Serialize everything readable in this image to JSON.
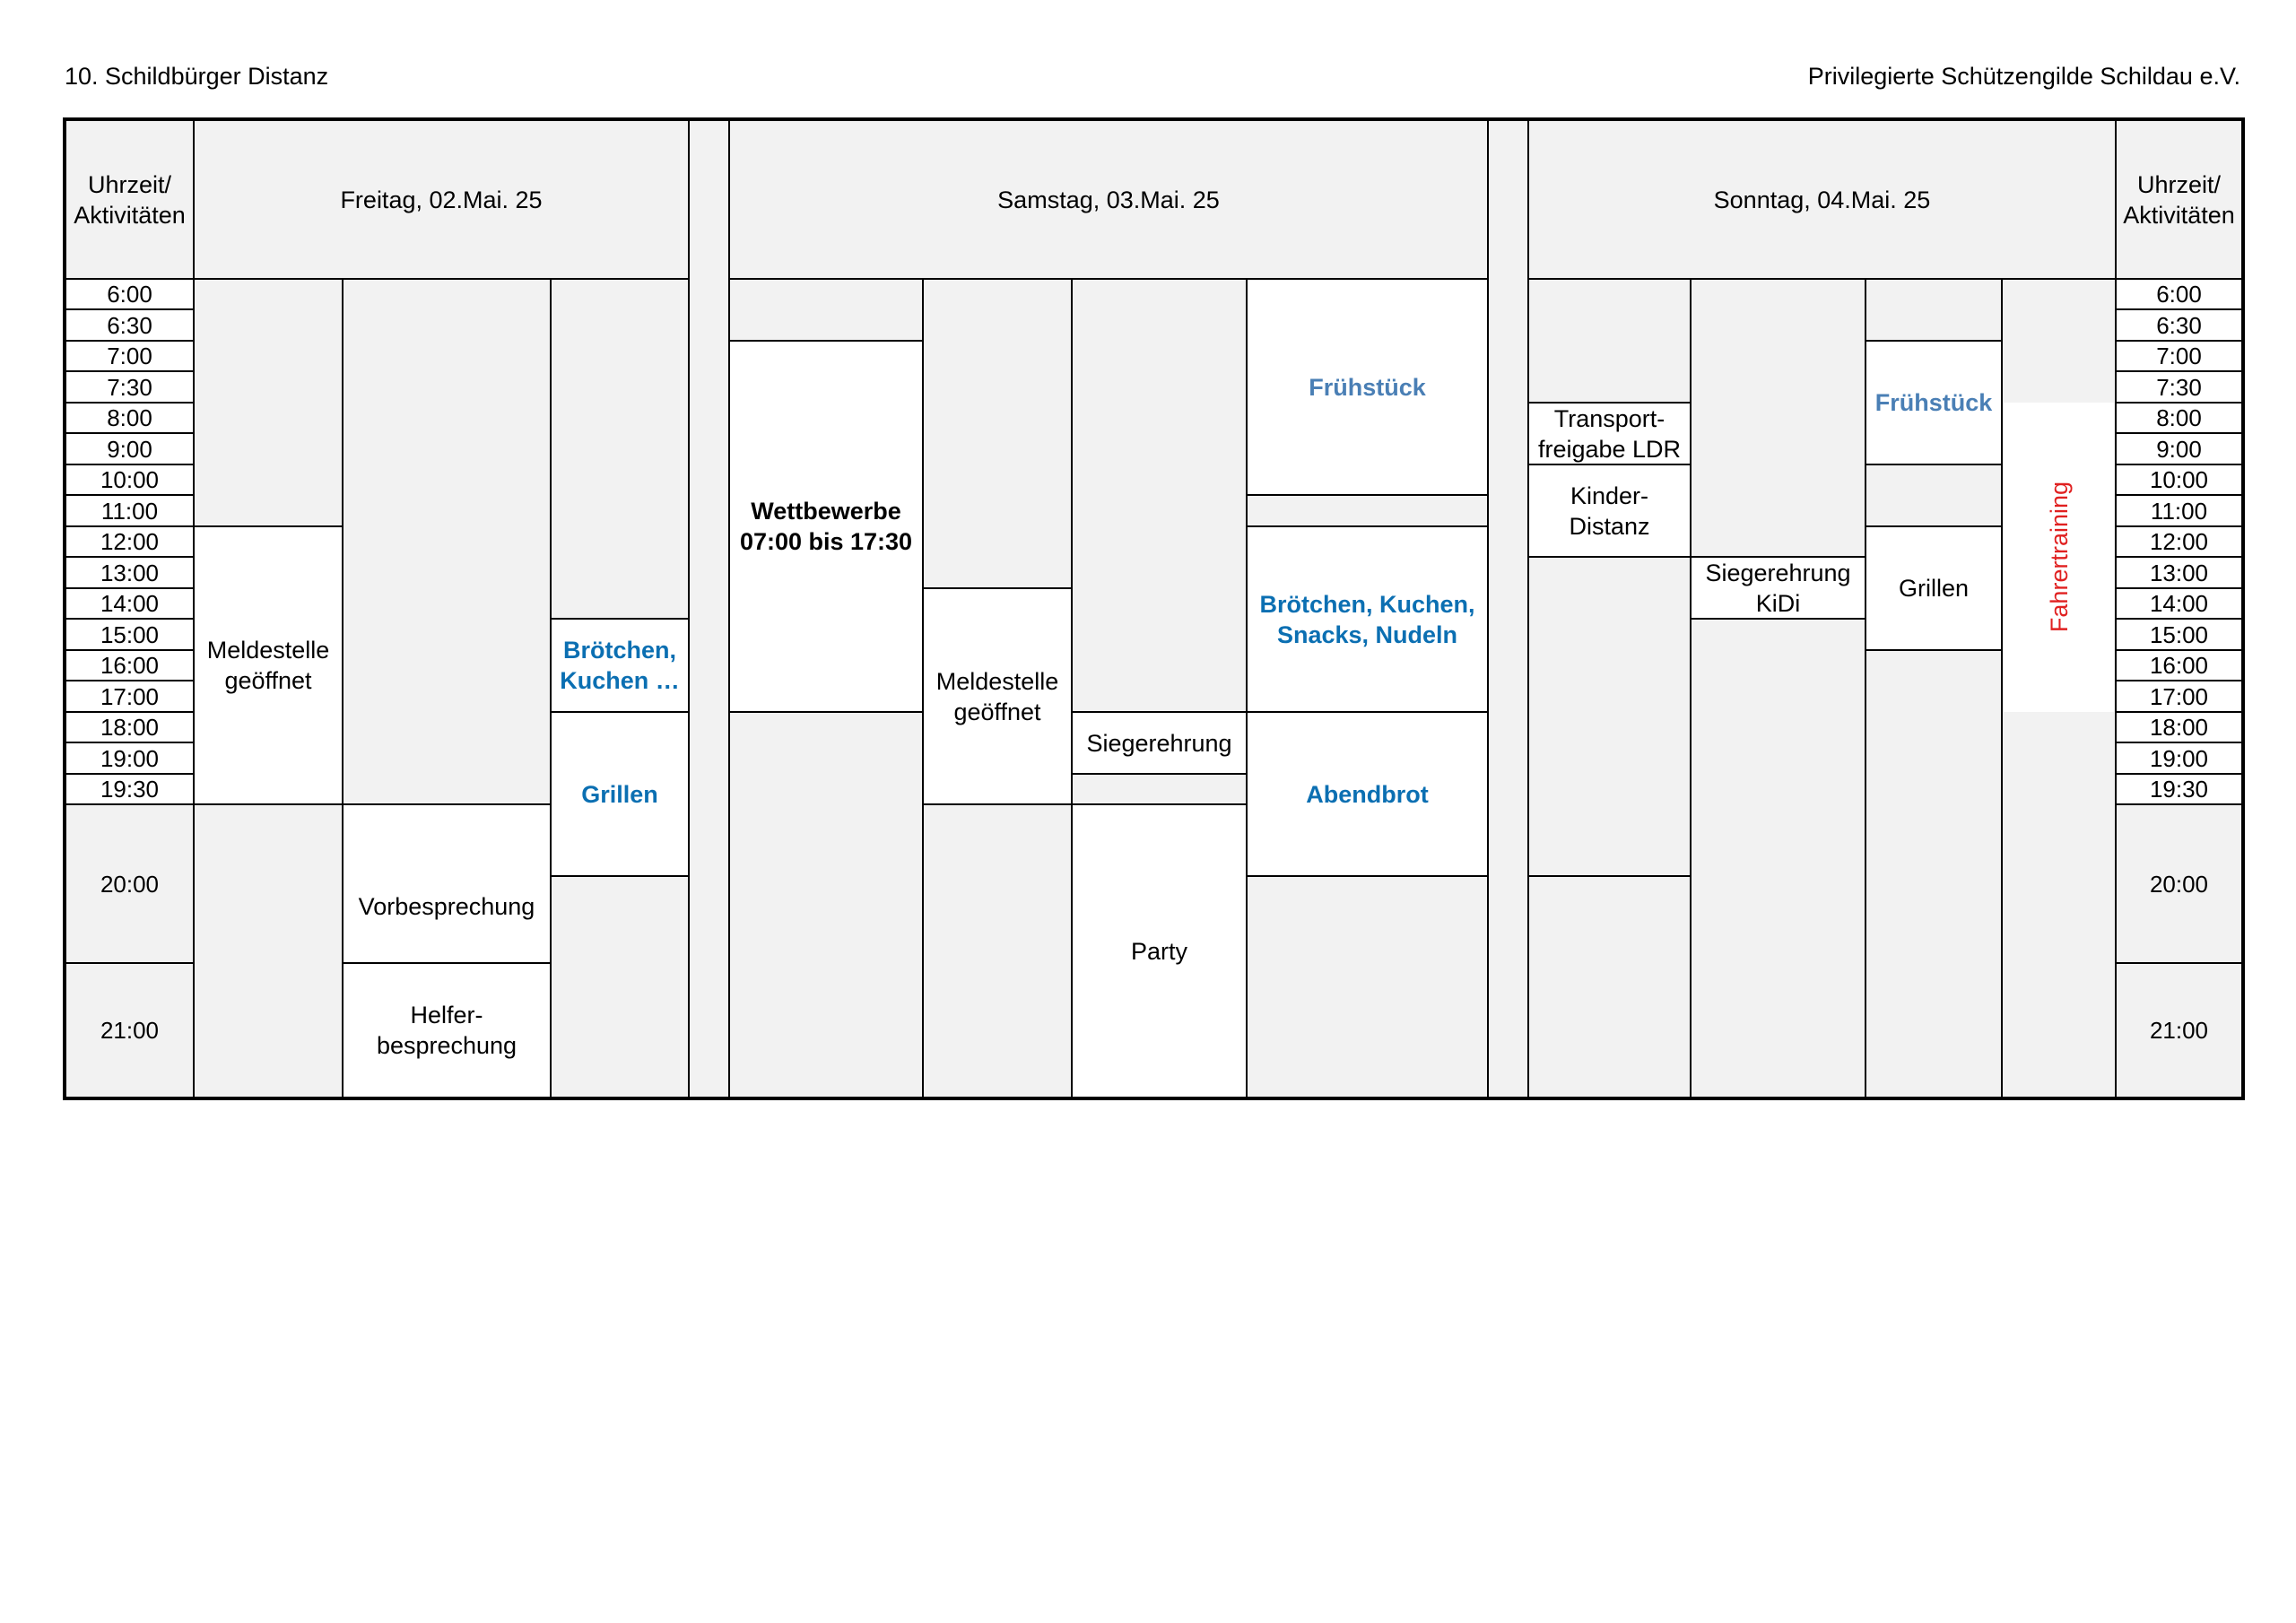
{
  "header": {
    "left": "10. Schildbürger Distanz",
    "right": "Privilegierte Schützengilde Schildau e.V."
  },
  "columns": {
    "time_label_left": "Uhrzeit/ Aktivitäten",
    "time_label_right": "Uhrzeit/ Aktivitäten",
    "friday": "Freitag, 02.Mai. 25",
    "saturday": "Samstag, 03.Mai. 25",
    "sunday": "Sonntag, 04.Mai. 25"
  },
  "times": [
    "6:00",
    "6:30",
    "7:00",
    "7:30",
    "8:00",
    "9:00",
    "10:00",
    "11:00",
    "12:00",
    "13:00",
    "14:00",
    "15:00",
    "16:00",
    "17:00",
    "18:00",
    "19:00",
    "19:30",
    "20:00",
    "21:00"
  ],
  "friday_events": {
    "meldestelle": "Meldestelle geöffnet",
    "broetchen": "Brötchen, Kuchen …",
    "grillen": "Grillen",
    "vorbesprechung": "Vorbesprechung",
    "helfer": "Helfer- besprechung"
  },
  "saturday_events": {
    "wettbewerbe": "Wettbewerbe 07:00 bis 17:30",
    "meldestelle": "Meldestelle geöffnet",
    "siegerehrung": "Siegerehrung",
    "party": "Party",
    "fruehstueck": "Frühstück",
    "broetchen": "Brötchen, Kuchen, Snacks, Nudeln",
    "abendbrot": "Abendbrot"
  },
  "sunday_events": {
    "transport": "Transport- freigabe LDR",
    "kinder": "Kinder- Distanz",
    "siegerehrung_kidi": "Siegerehrung KiDi",
    "fruehstueck": "Frühstück",
    "grillen": "Grillen",
    "fahrertraining": "Fahrertraining"
  }
}
